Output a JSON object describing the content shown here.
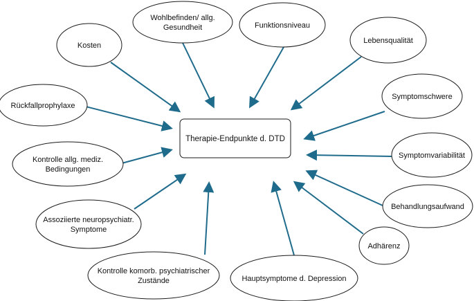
{
  "diagram": {
    "center": {
      "label": "Therapie-Endpunkte d. DTD"
    },
    "nodes": [
      {
        "id": "wohlbefinden",
        "lines": [
          "Wohlbefinden/ allg.",
          "Gesundheit"
        ]
      },
      {
        "id": "funktionsniveau",
        "lines": [
          "Funktionsniveau"
        ]
      },
      {
        "id": "lebensqualitaet",
        "lines": [
          "Lebensqualität"
        ]
      },
      {
        "id": "kosten",
        "lines": [
          "Kosten"
        ]
      },
      {
        "id": "symptomschwere",
        "lines": [
          "Symptomschwere"
        ]
      },
      {
        "id": "rueckfallprophylaxe",
        "lines": [
          "Rückfallprophylaxe"
        ]
      },
      {
        "id": "kontrolle-allg",
        "lines": [
          "Kontrolle allg. mediz.",
          "Bedingungen"
        ]
      },
      {
        "id": "symptomvariabilitaet",
        "lines": [
          "Symptomvariabilität"
        ]
      },
      {
        "id": "behandlungsaufwand",
        "lines": [
          "Behandlungsaufwand"
        ]
      },
      {
        "id": "assoziierte",
        "lines": [
          "Assoziierte neuropsychiatr.",
          "Symptome"
        ]
      },
      {
        "id": "adhaerenz",
        "lines": [
          "Adhärenz"
        ]
      },
      {
        "id": "kontrolle-komorb",
        "lines": [
          "Kontrolle komorb. psychiatrischer",
          "Zustände"
        ]
      },
      {
        "id": "hauptsymptome",
        "lines": [
          "Hauptsymptome d. Depression"
        ]
      }
    ],
    "colors": {
      "arrow": "#1f6b8c",
      "outline": "#1a1a1a"
    }
  }
}
